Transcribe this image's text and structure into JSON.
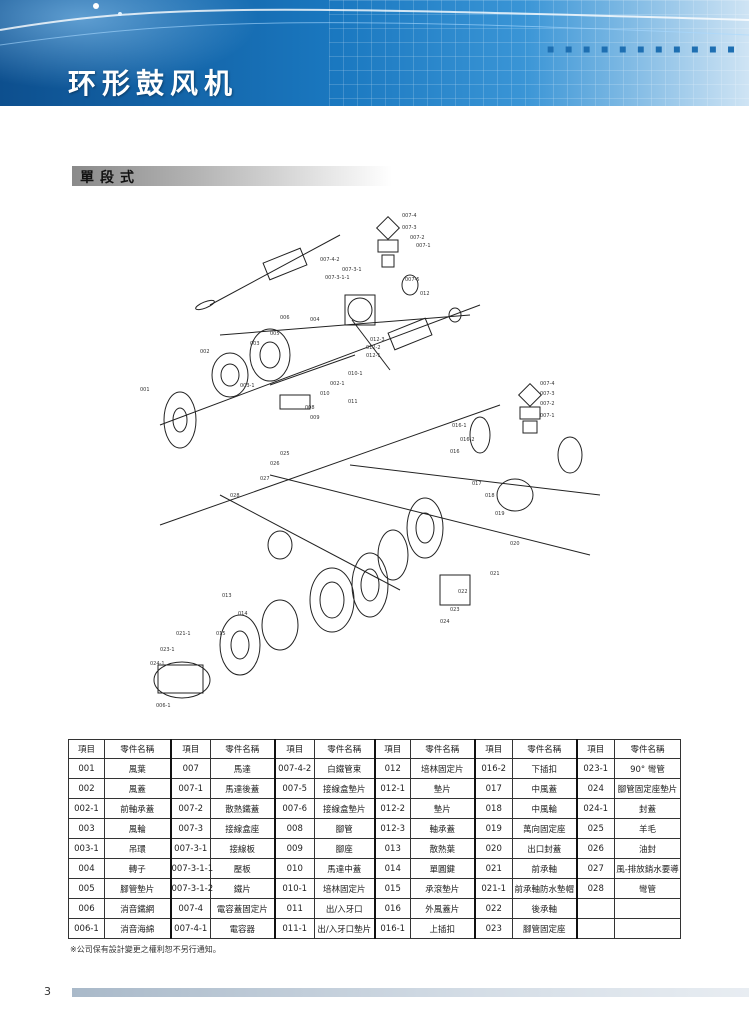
{
  "banner": {
    "title": "环形鼓风机",
    "dots": "■ ■ ■ ■ ■ ■ ■ ■ ■ ■ ■"
  },
  "section": {
    "title": "單段式"
  },
  "diagram": {
    "upper_labels": [
      "007-4",
      "007-3",
      "007-2",
      "007-1",
      "007-4-2",
      "007-3-1",
      "007-3-1-1",
      "007-5",
      "012",
      "012-3",
      "012-2",
      "012-1",
      "006",
      "005",
      "004",
      "003",
      "003-1",
      "002",
      "001",
      "008",
      "009",
      "010",
      "011",
      "002-1",
      "010-1"
    ],
    "lower_labels": [
      "007-4",
      "007-3",
      "007-2",
      "007-1",
      "016-2",
      "016",
      "016-1",
      "017",
      "018",
      "019",
      "020",
      "021",
      "022",
      "023",
      "024",
      "025",
      "026",
      "027",
      "028",
      "013",
      "014",
      "015",
      "021-1",
      "023-1",
      "024-1",
      "006-1"
    ]
  },
  "parts_table": {
    "headers": [
      "項目",
      "零件名稱",
      "項目",
      "零件名稱",
      "項目",
      "零件名稱",
      "項目",
      "零件名稱",
      "項目",
      "零件名稱",
      "項目",
      "零件名稱"
    ],
    "rows": [
      [
        "001",
        "風葉",
        "007",
        "馬達",
        "007-4-2",
        "白鐵管束",
        "012",
        "培林固定片",
        "016-2",
        "下插扣",
        "023-1",
        "90° 彎管"
      ],
      [
        "002",
        "風蓋",
        "007-1",
        "馬達後蓋",
        "007-5",
        "接線盒墊片",
        "012-1",
        "墊片",
        "017",
        "中風蓋",
        "024",
        "腳管固定座墊片"
      ],
      [
        "002-1",
        "前軸承蓋",
        "007-2",
        "散熱鐵蓋",
        "007-6",
        "接線盒墊片",
        "012-2",
        "墊片",
        "018",
        "中風輪",
        "024-1",
        "封蓋"
      ],
      [
        "003",
        "風輪",
        "007-3",
        "接線盒座",
        "008",
        "腳管",
        "012-3",
        "軸承蓋",
        "019",
        "萬向固定座",
        "025",
        "羊毛"
      ],
      [
        "003-1",
        "吊環",
        "007-3-1",
        "接線板",
        "009",
        "腳座",
        "013",
        "散熱葉",
        "020",
        "出口封蓋",
        "026",
        "油封"
      ],
      [
        "004",
        "轉子",
        "007-3-1-1",
        "壓板",
        "010",
        "馬達中蓋",
        "014",
        "單圓鍵",
        "021",
        "前承軸",
        "027",
        "風-排放銷水要導"
      ],
      [
        "005",
        "腳管墊片",
        "007-3-1-2",
        "鐵片",
        "010-1",
        "培林固定片",
        "015",
        "承滾墊片",
        "021-1",
        "前承軸防水墊帽",
        "028",
        "彎管"
      ],
      [
        "006",
        "消音鐵網",
        "007-4",
        "電容蓋固定片",
        "011",
        "出/入牙口",
        "016",
        "外風蓋片",
        "022",
        "後承軸",
        "",
        ""
      ],
      [
        "006-1",
        "消音海綿",
        "007-4-1",
        "電容器",
        "011-1",
        "出/入牙口墊片",
        "016-1",
        "上插扣",
        "023",
        "腳管固定座",
        "",
        ""
      ]
    ]
  },
  "note": "※公司保有設計變更之權利恕不另行通知。",
  "page_number": "3"
}
